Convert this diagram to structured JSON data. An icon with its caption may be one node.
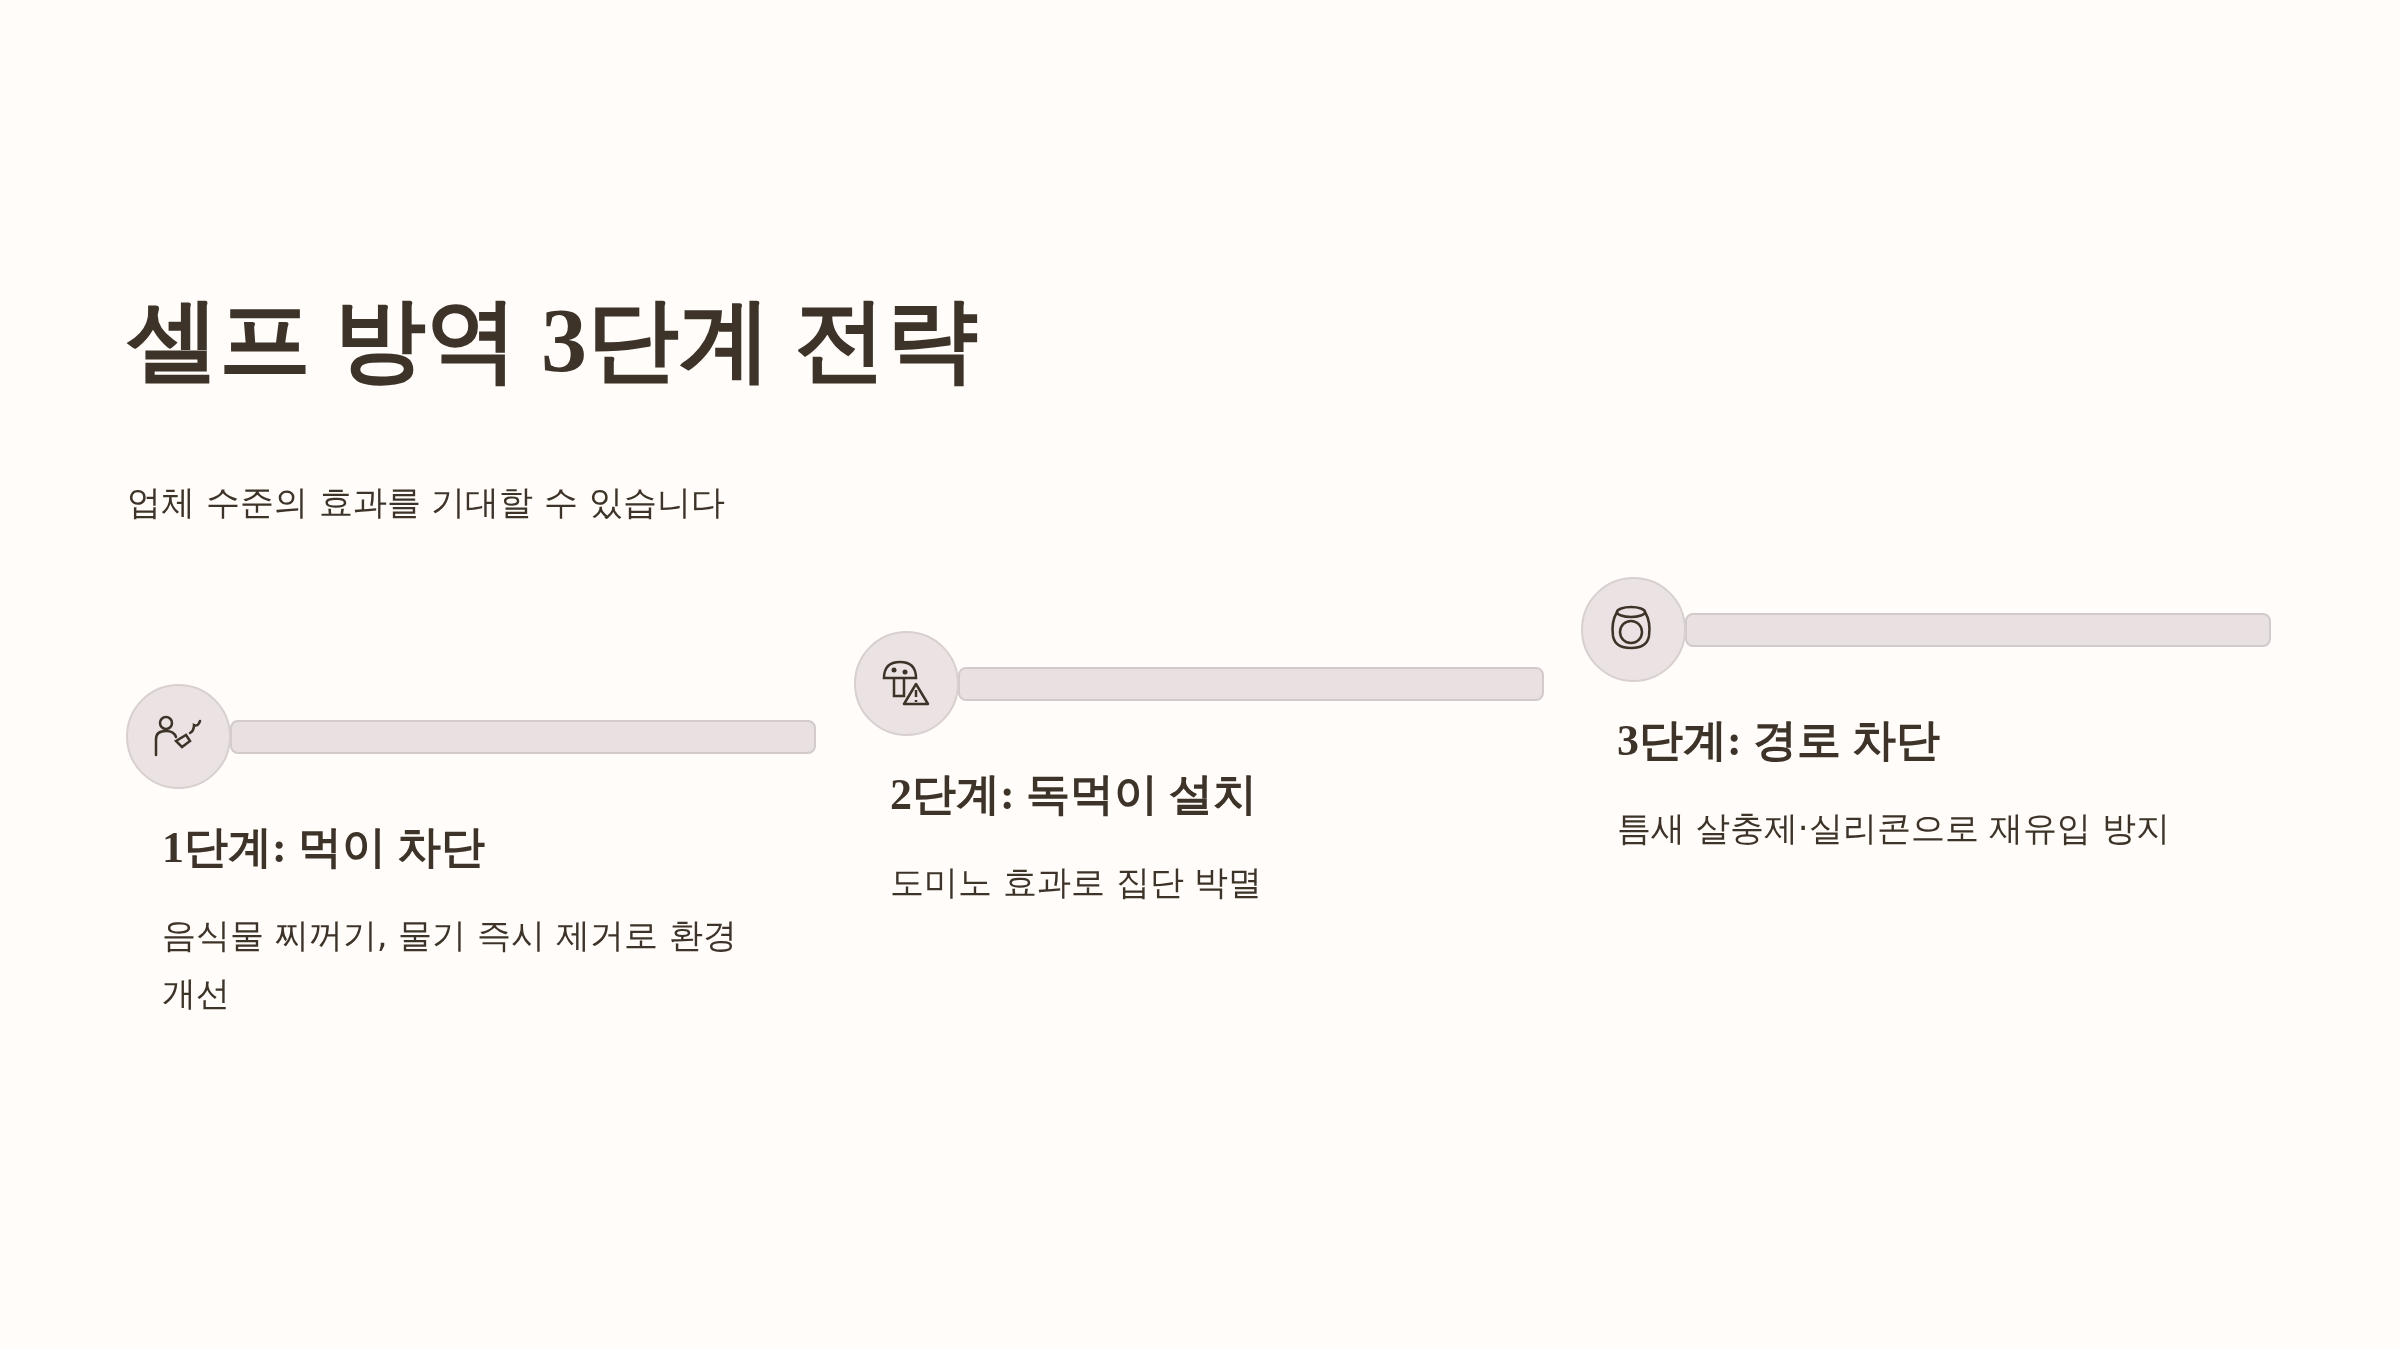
{
  "diagram": {
    "title": "셀프 방역 3단계 전략",
    "nodes": [
      {
        "text": [
          "1단계: 먹이 차단",
          "음식물 찌꺼기, 물기 즉시 제거로 환경 개선"
        ]
      },
      {
        "text": [
          "2단계: 독먹이 설치",
          "도미노 효과로 집단 박멸"
        ]
      },
      {
        "text": [
          "3단계: 경로 차단",
          "틈새 살충제·실리콘으로 재유입 방지"
        ]
      }
    ],
    "edges": [],
    "labels": [
      "업체 수준의 효과를 기대할 수 있습니다"
    ]
  }
}
